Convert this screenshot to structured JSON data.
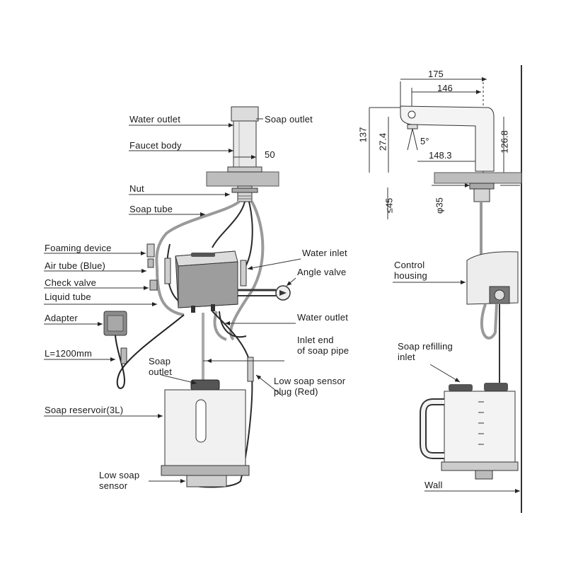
{
  "left_labels": {
    "water_outlet": "Water outlet",
    "soap_outlet_top": "Soap outlet",
    "faucet_body": "Faucet body",
    "dim_50": "50",
    "nut": "Nut",
    "soap_tube": "Soap tube",
    "foaming_device": "Foaming device",
    "air_tube": "Air tube (Blue)",
    "check_valve": "Check valve",
    "liquid_tube": "Liquid tube",
    "adapter": "Adapter",
    "cable_length": "L=1200mm",
    "water_inlet": "Water inlet",
    "angle_valve": "Angle valve",
    "water_outlet_lower": "Water outlet",
    "inlet_end_line1": "Inlet end",
    "inlet_end_line2": "of soap pipe",
    "soap_outlet_line1": "Soap",
    "soap_outlet_line2": "outlet",
    "low_soap_plug_line1": "Low soap sensor",
    "low_soap_plug_line2": "plug (Red)",
    "soap_reservoir": "Soap reservoir(3L)",
    "low_soap_sensor_line1": "Low soap",
    "low_soap_sensor_line2": "sensor"
  },
  "right_labels": {
    "dim_175": "175",
    "dim_146": "146",
    "dim_137": "137",
    "dim_27_4": "27.4",
    "angle_5": "5°",
    "dim_148_3": "148.3",
    "dim_126_8": "126.8",
    "dim_le45": "≤45",
    "dim_phi35": "φ35",
    "control_line1": "Control",
    "control_line2": "housing",
    "refill_line1": "Soap refilling",
    "refill_line2": "inlet",
    "wall": "Wall"
  },
  "icons": {
    "faucet": "faucet-icon",
    "control_box": "control-box-icon",
    "adapter": "power-adapter-icon",
    "reservoir": "soap-reservoir-icon",
    "angle_valve": "angle-valve-icon"
  }
}
